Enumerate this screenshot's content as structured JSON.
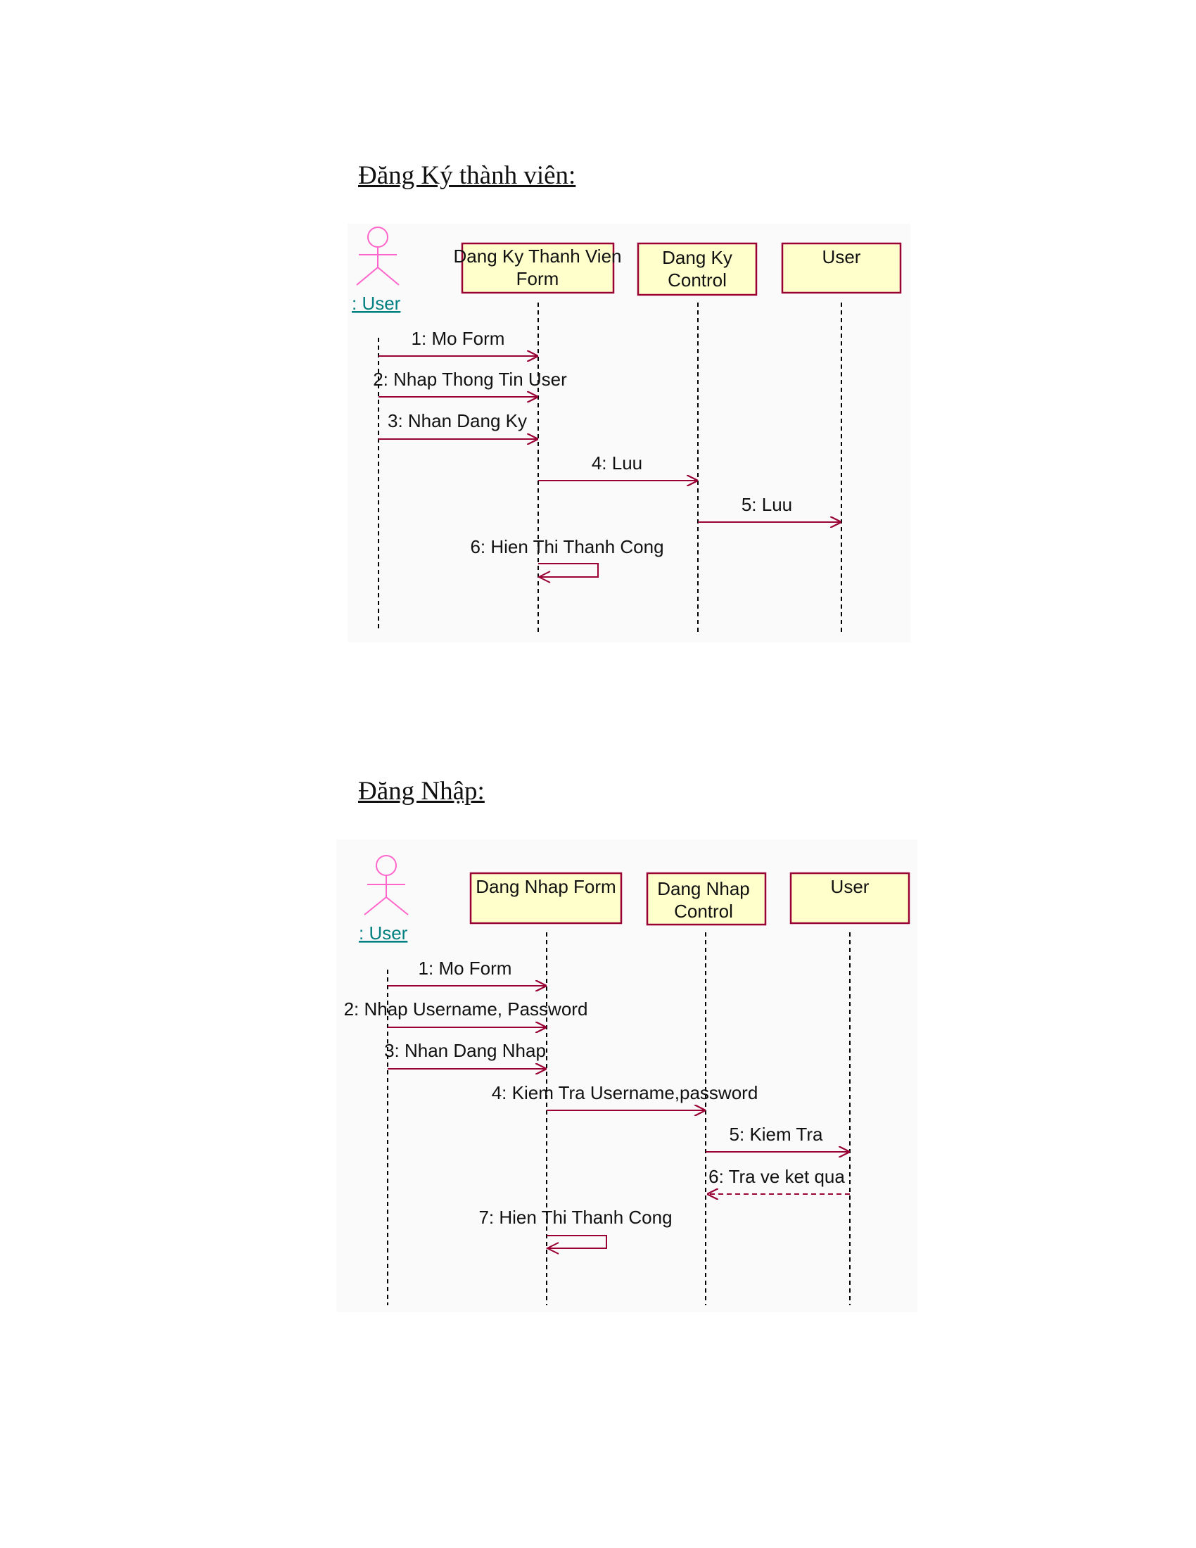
{
  "diagrams": [
    {
      "title": "Đăng Ký thành viên:",
      "actor": ": User",
      "objects": [
        "Dang Ky Thanh Vien Form",
        "Dang Ky Control",
        "User"
      ],
      "messages": [
        "1: Mo Form",
        "2: Nhap Thong Tin User",
        "3: Nhan Dang Ky",
        "4: Luu",
        "5: Luu",
        "6: Hien Thi Thanh Cong"
      ]
    },
    {
      "title": "Đăng Nhập:",
      "actor": ": User",
      "objects": [
        "Dang Nhap Form",
        "Dang Nhap Control",
        "User"
      ],
      "messages": [
        "1: Mo Form",
        "2: Nhap Username, Password",
        "3: Nhan Dang Nhap",
        "4: Kiem Tra Username,password",
        "5: Kiem Tra",
        "6: Tra ve ket qua",
        "7: Hien Thi Thanh Cong"
      ]
    }
  ],
  "colors": {
    "object_fill": "#ffffcc",
    "object_border": "#990033",
    "message_line": "#990033",
    "actor": "#ff66cc",
    "actor_label": "#008080",
    "lifeline": "#000000",
    "panel_background": "#fafafa"
  }
}
